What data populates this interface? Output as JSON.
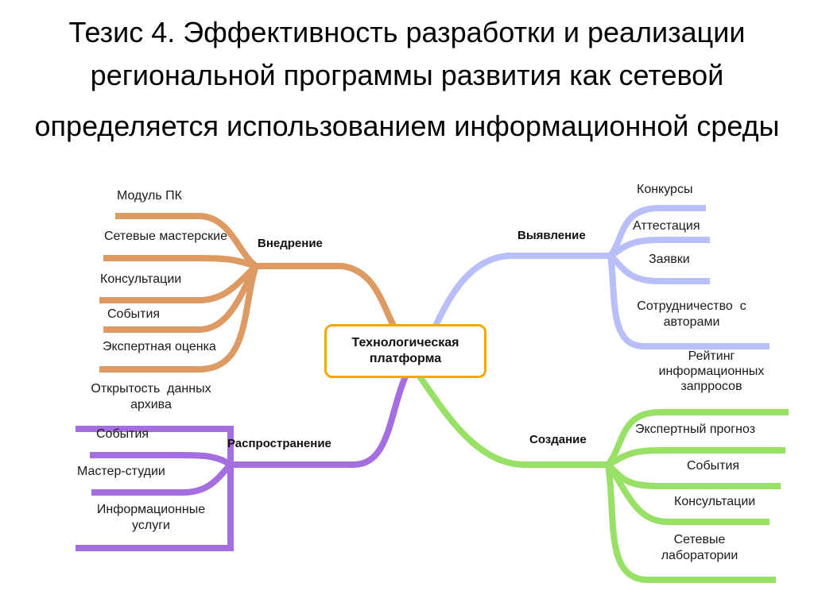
{
  "title": {
    "line1": "Тезис 4. Эффективность разработки и реализации",
    "line2": "региональной программы развития как сетевой",
    "line3": "определяется использованием информационной среды"
  },
  "center": {
    "line1": "Технологическая",
    "line2": "платформа"
  },
  "branches": {
    "vnedrenie": {
      "label": "Внедрение",
      "color": "#dd9a63",
      "items": [
        "Модуль ПК",
        "Сетевые мастерские",
        "Консультации",
        "События",
        "Экспертная оценка"
      ]
    },
    "vyyavlenie": {
      "label": "Выявление",
      "color": "#b8bef7",
      "items": [
        "Конкурсы",
        "Аттестация",
        "Заявки",
        "Сотрудничество  с",
        "авторами",
        "Рейтинг",
        "информационных",
        "запрросов"
      ]
    },
    "rasprostranenie": {
      "label": "Распространение",
      "color": "#a46ee0",
      "items": [
        "Открытость  данных",
        "архива",
        "События",
        "Мастер-студии",
        "Информационные",
        "услуги"
      ]
    },
    "sozdanie": {
      "label": "Создание",
      "color": "#99e066",
      "items": [
        "Экспертный прогноз",
        "События",
        "Консультации",
        "Сетевые",
        "лаборатории"
      ]
    }
  }
}
